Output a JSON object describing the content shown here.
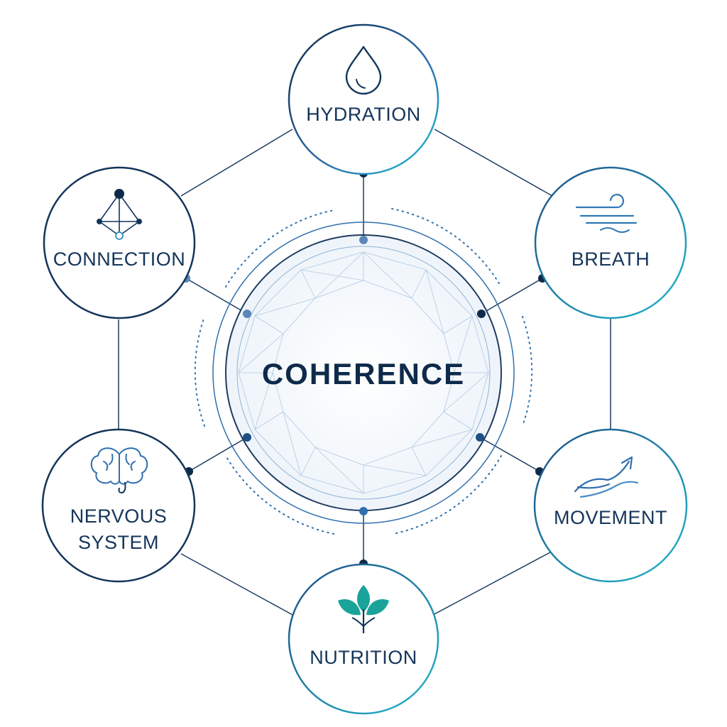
{
  "center": {
    "label": "COHERENCE"
  },
  "nodes": [
    {
      "id": "hydration",
      "label_lines": [
        "HYDRATION"
      ],
      "icon": "water-drop-icon"
    },
    {
      "id": "breath",
      "label_lines": [
        "BREATH"
      ],
      "icon": "wind-icon"
    },
    {
      "id": "movement",
      "label_lines": [
        "MOVEMENT"
      ],
      "icon": "upward-arrow-icon"
    },
    {
      "id": "nutrition",
      "label_lines": [
        "NUTRITION"
      ],
      "icon": "leaf-sprout-icon"
    },
    {
      "id": "nervous-system",
      "label_lines": [
        "NERVOUS",
        "SYSTEM"
      ],
      "icon": "brain-icon"
    },
    {
      "id": "connection",
      "label_lines": [
        "CONNECTION"
      ],
      "icon": "network-nodes-icon"
    }
  ],
  "colors": {
    "navy": "#0e2a4a",
    "blue": "#2f6fae",
    "teal": "#1fb5c9",
    "leaf": "#1aa39a",
    "line": "#1e3c5f"
  }
}
